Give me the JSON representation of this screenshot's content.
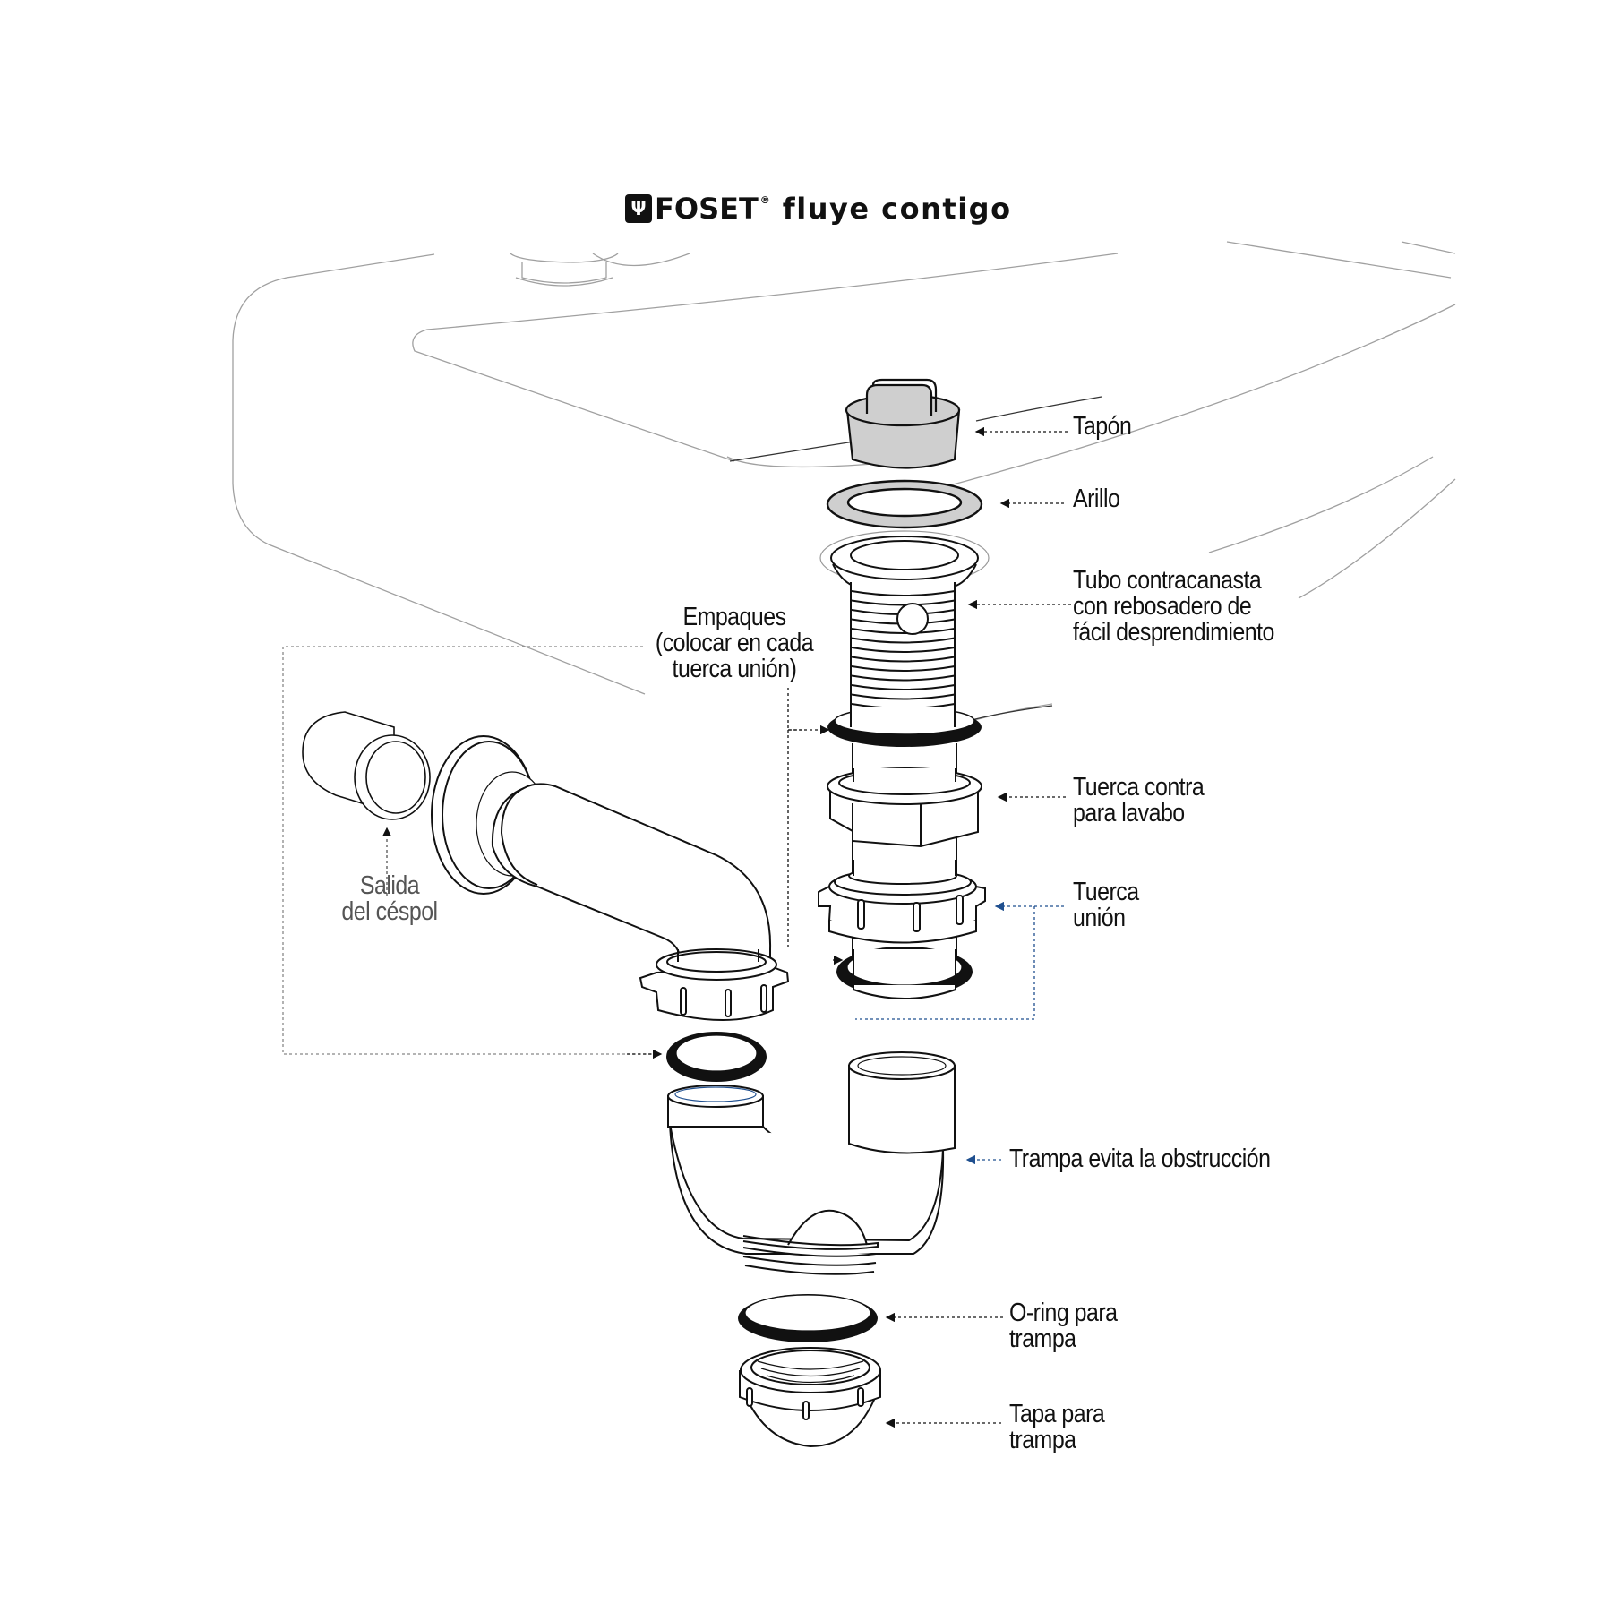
{
  "brand": {
    "logo_icon": "trident-icon",
    "name": "FOSET",
    "registered": "®",
    "tagline": "fluye contigo"
  },
  "parts": {
    "tapon": "Tapón",
    "arillo": "Arillo",
    "tubo": [
      "Tubo contracanasta",
      "con rebosadero de",
      "fácil desprendimiento"
    ],
    "empaques": [
      "Empaques",
      "(colocar en cada",
      "tuerca unión)"
    ],
    "tuerca_contra": [
      "Tuerca contra",
      "para lavabo"
    ],
    "tuerca_union": [
      "Tuerca",
      "unión"
    ],
    "salida": [
      "Salida",
      "del céspol"
    ],
    "trampa": "Trampa evita la obstrucción",
    "oring": [
      "O-ring para",
      "trampa"
    ],
    "tapa": [
      "Tapa para",
      "trampa"
    ]
  },
  "colors": {
    "ink": "#111111",
    "sink_outline": "#9a9a9a",
    "plug_fill": "#cfcfcf",
    "leader_blue": "#1f4f8f",
    "grey_label": "#555555"
  }
}
